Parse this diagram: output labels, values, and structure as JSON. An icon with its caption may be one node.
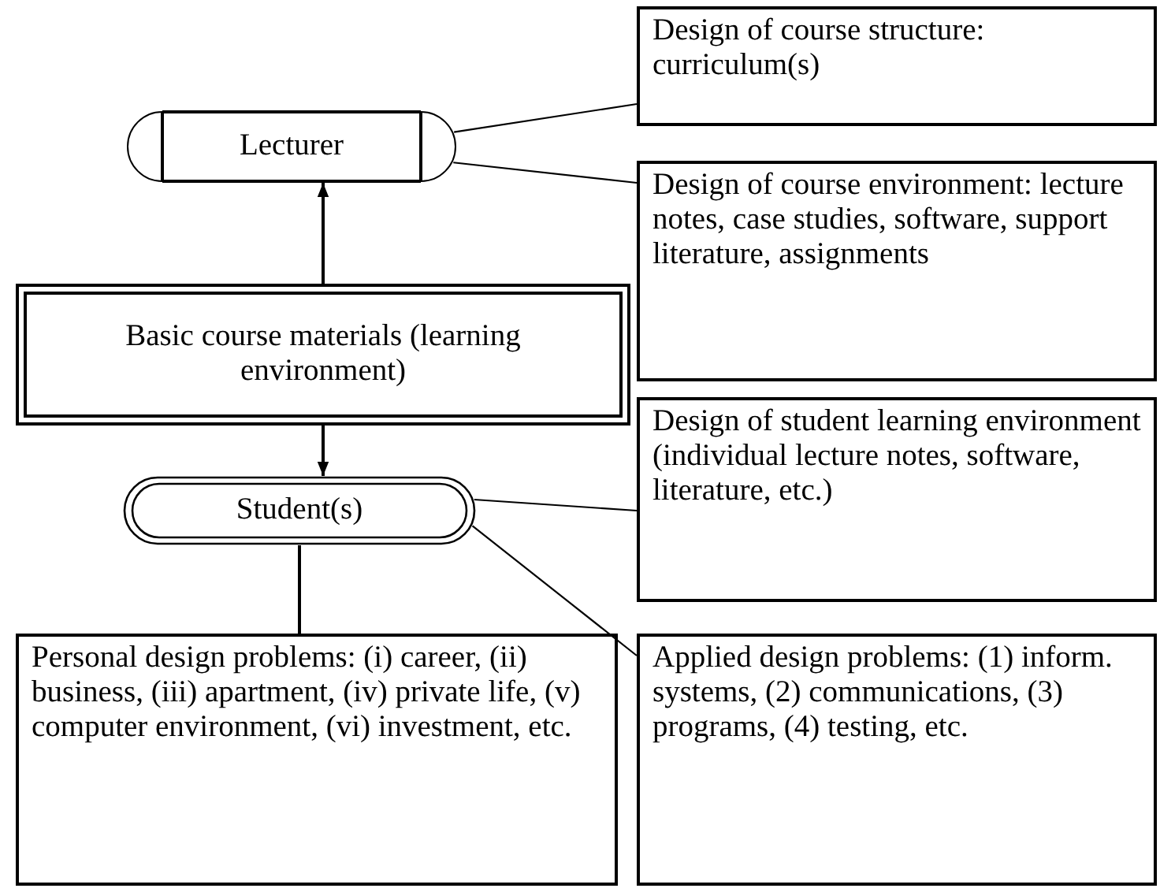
{
  "diagram": {
    "nodes": [
      {
        "text": [
          "Lecturer"
        ]
      },
      {
        "text": [
          "Basic course materials (learning environment)"
        ]
      },
      {
        "text": [
          "Student(s)"
        ]
      },
      {
        "text": [
          "Personal design problems: (i) career, (ii) business, (iii) apartment, (iv) private life, (v) computer environment, (vi) investment, etc."
        ]
      },
      {
        "text": [
          "Design of course structure: curriculum(s)"
        ]
      },
      {
        "text": [
          "Design of course environment: lecture notes, case studies, software, support literature, assignments"
        ]
      },
      {
        "text": [
          "Design of student learning environment (individual lecture notes, software, literature, etc.)"
        ]
      },
      {
        "text": [
          "Applied design problems: (1) inform. systems, (2) communications, (3) programs, (4) testing, etc."
        ]
      }
    ],
    "edges": [
      {
        "from": 1,
        "to": 0,
        "arrow": "to"
      },
      {
        "from": 1,
        "to": 2,
        "arrow": "to"
      },
      {
        "from": 0,
        "to": 4,
        "arrow": "none"
      },
      {
        "from": 0,
        "to": 5,
        "arrow": "none"
      },
      {
        "from": 2,
        "to": 6,
        "arrow": "none"
      },
      {
        "from": 2,
        "to": 7,
        "arrow": "none"
      },
      {
        "from": 2,
        "to": 3,
        "arrow": "none"
      }
    ]
  }
}
